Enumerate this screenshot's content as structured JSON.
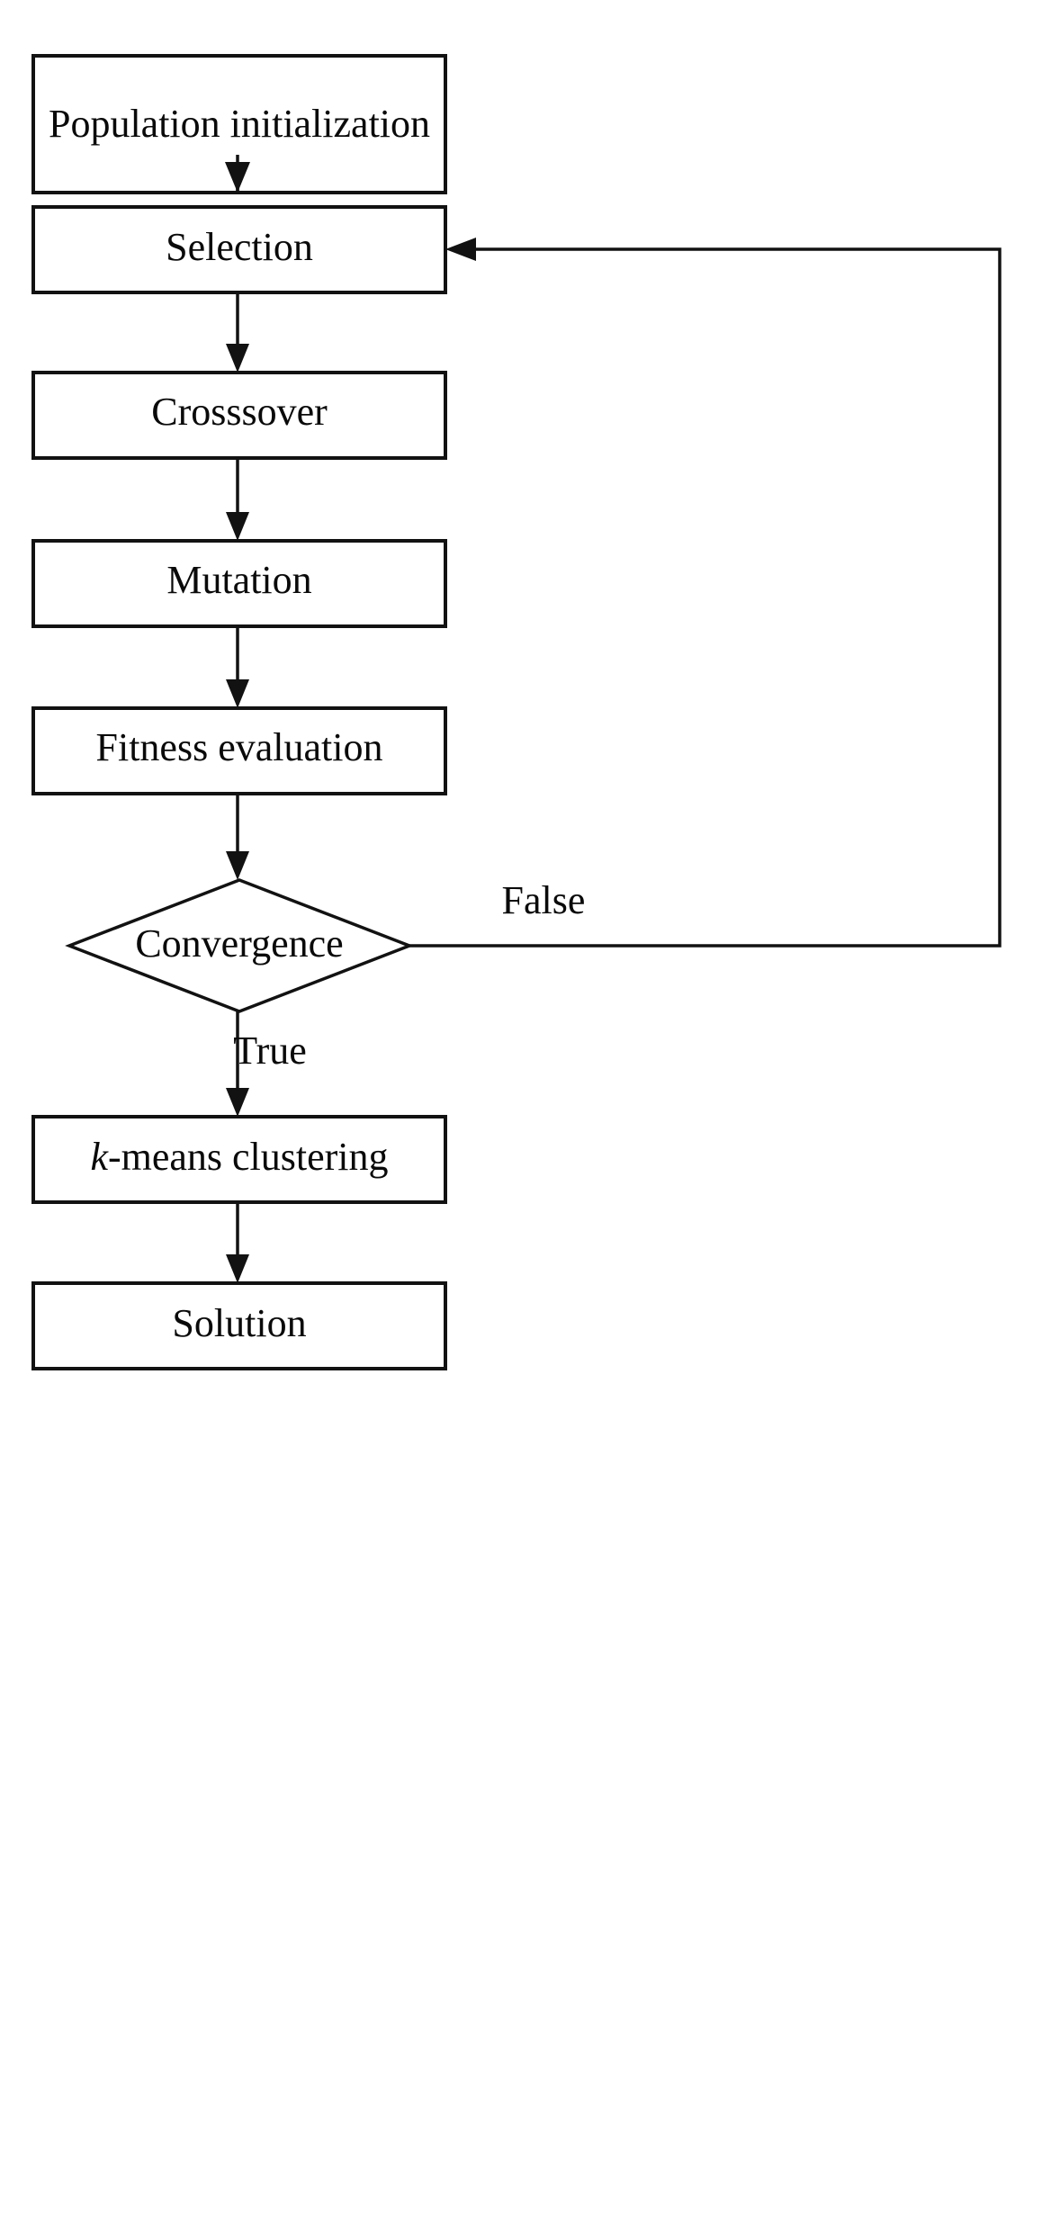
{
  "diagram": {
    "title": "Genetic algorithm with k-means clustering flowchart",
    "background_color": "#ffffff",
    "line_color": "#121212",
    "text_color": "#0a0a0a",
    "nodes": [
      {
        "id": "population-initialization",
        "shape": "rectangle",
        "label": "Population initialization"
      },
      {
        "id": "selection",
        "shape": "rectangle",
        "label": "Selection"
      },
      {
        "id": "crosssover",
        "shape": "rectangle",
        "label": "Crosssover"
      },
      {
        "id": "mutation",
        "shape": "rectangle",
        "label": "Mutation"
      },
      {
        "id": "fitness-evaluation",
        "shape": "rectangle",
        "label": "Fitness evaluation"
      },
      {
        "id": "convergence",
        "shape": "diamond",
        "label": "Convergence"
      },
      {
        "id": "k-means-clustering",
        "shape": "rectangle",
        "label_prefix": "k",
        "label_suffix": "-means clustering"
      },
      {
        "id": "solution",
        "shape": "rectangle",
        "label": "Solution"
      }
    ],
    "edges": [
      {
        "id": "edge-init-to-selection",
        "from": "population-initialization",
        "to": "selection",
        "label": ""
      },
      {
        "id": "edge-selection-to-crosssover",
        "from": "selection",
        "to": "crosssover",
        "label": ""
      },
      {
        "id": "edge-crosssover-to-mutation",
        "from": "crosssover",
        "to": "mutation",
        "label": ""
      },
      {
        "id": "edge-mutation-to-fitness",
        "from": "mutation",
        "to": "fitness-evaluation",
        "label": ""
      },
      {
        "id": "edge-fitness-to-convergence",
        "from": "fitness-evaluation",
        "to": "convergence",
        "label": ""
      },
      {
        "id": "edge-convergence-false-to-selection",
        "from": "convergence",
        "to": "selection",
        "label": "False"
      },
      {
        "id": "edge-convergence-true-to-kmeans",
        "from": "convergence",
        "to": "k-means-clustering",
        "label": "True"
      },
      {
        "id": "edge-kmeans-to-solution",
        "from": "k-means-clustering",
        "to": "solution",
        "label": ""
      }
    ],
    "labels": {
      "false_branch": "False",
      "true_branch": "True"
    }
  }
}
